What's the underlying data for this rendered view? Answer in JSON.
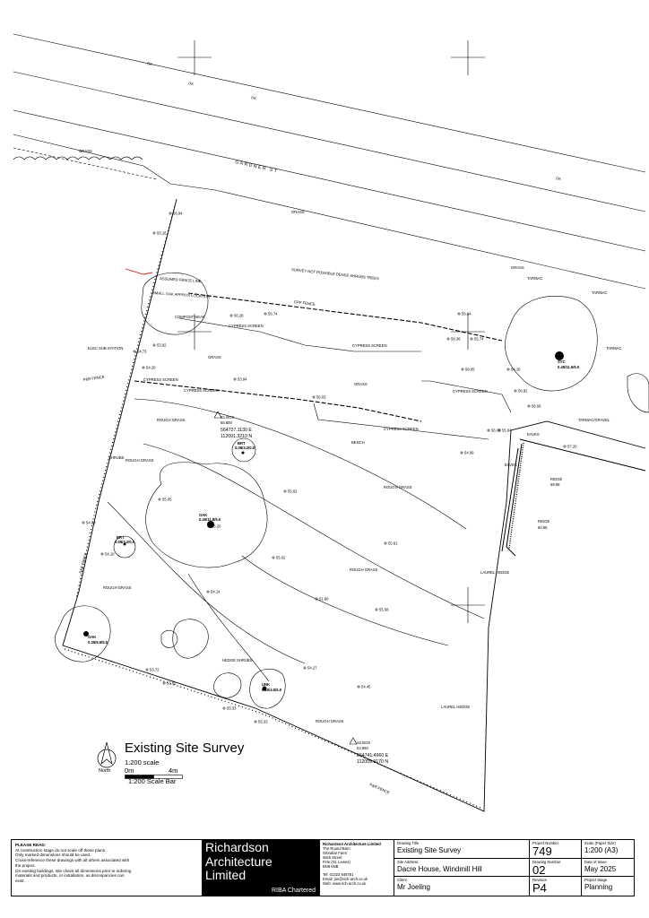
{
  "drawing": {
    "street_name": "GARDNER ST",
    "location_note": "SMALL OAK APPROX LOCATION",
    "boundary_note": "ASSUMED FENCE LINE",
    "hidden_trees_note": "SURVEY NOT POSSIBLE DENSE SHRUBS TREES",
    "substation_label": "ELEC SUB STATION",
    "compost_label": "COMPOST HEAP",
    "bench_label": "BENCH",
    "labels": {
      "grass": "GRASS",
      "rough_grass": "ROUGH GRASS",
      "cypress_screen": "CYPRESS SCREEN",
      "hedge_shrubs": "HEDGE SHRUBS",
      "laurel_hedge": "LAUREL HEDGE",
      "tarmac": "TARMAC",
      "tarmac_gravel": "TARMAC/GRAVEL",
      "shrubs": "SHRUBS",
      "eaves": "EAVES",
      "ridge": "RIDGE",
      "post_rail_fence": "P&R FENCE",
      "close_board_fence": "CPF FENCE",
      "dk": "DK"
    },
    "trees": [
      {
        "name": "OAK",
        "spec": "0.45/11.8/5.0"
      },
      {
        "name": "OAK",
        "spec": "0.35/6.9/5.0"
      },
      {
        "name": "SYC",
        "spec": "0.45/11.5/5.0"
      },
      {
        "name": "BRT",
        "spec": "0.08/3.2/0.0"
      },
      {
        "name": "BRT",
        "spec": "0.08/3.2/0.0"
      },
      {
        "name": "UNK",
        "spec": "0.20/4.5/5.0"
      }
    ],
    "control_points": [
      {
        "id": "S1 BOS",
        "level": "55.800",
        "east": "564727.1130 E",
        "north": "112091.3210 N"
      },
      {
        "id": "S2 BOS",
        "level": "53.950",
        "east": "564741.4960 E",
        "north": "112009.9170 N"
      }
    ],
    "spot_levels": [
      "56.94",
      "55.16",
      "53.92",
      "55.62",
      "55.02",
      "51.80",
      "55.20",
      "55.56",
      "54.14",
      "56.28",
      "56.74",
      "54.73",
      "54.20",
      "53.72",
      "53.92",
      "55.05",
      "53.94",
      "54.10",
      "55.33",
      "55.33",
      "54.27",
      "54.45",
      "54.29",
      "54.99",
      "56.64",
      "56.03",
      "55.61",
      "56.05",
      "55.74",
      "54.16",
      "57.20",
      "56.56",
      "56.92",
      "55.94",
      "56.36",
      "56.39"
    ],
    "ridge_levels": [
      "60.85",
      "69.69"
    ]
  },
  "legend": {
    "title": "Existing Site Survey",
    "scale": "1:200 scale",
    "bar_start": "0m",
    "bar_end": "4m",
    "bar_caption": "1:200 Scale Bar",
    "north": "North"
  },
  "title_block": {
    "notes_heading": "PLEASE READ:",
    "notes": [
      "At construction stage do not scale off these plans.",
      "Only marked dimensions should be used.",
      "Cross-reference these drawings with all others associated with",
      "the project.",
      "On existing buildings, site check all dimensions prior to ordering",
      "materials and products, or installation, as discrepancies can",
      "exist."
    ],
    "brand_lines": [
      "Richardson",
      "Architecture",
      "Limited"
    ],
    "chartered": "RIBA Chartered",
    "practice_name": "Richardson Architecture Limited",
    "address": [
      "The Round Barn",
      "Gibraltar Farm",
      "Wick Street",
      "Firle (Nr. Lewes)",
      "BN8 6NB"
    ],
    "tel": "Tel: 01323 848781",
    "email": "Email: jon@rich-arch.co.uk",
    "web": "Web: www.rich-arch.co.uk",
    "drawing_title_label": "Drawing Title",
    "drawing_title": "Existing Site Survey",
    "site_address_label": "Site Address",
    "site_address": "Dacre House, Windmill Hill",
    "client_label": "Client",
    "client": "Mr Joeling",
    "project_number_label": "Project Number",
    "project_number": "749",
    "scale_label": "Scale (Paper Size)",
    "scale": "1:200 (A3)",
    "drawing_number_label": "Drawing Number",
    "drawing_number": "02",
    "date_label": "Date of Issue",
    "date": "May 2025",
    "revision_label": "Revision",
    "revision": "P4",
    "stage_label": "Project Stage",
    "stage": "Planning"
  }
}
